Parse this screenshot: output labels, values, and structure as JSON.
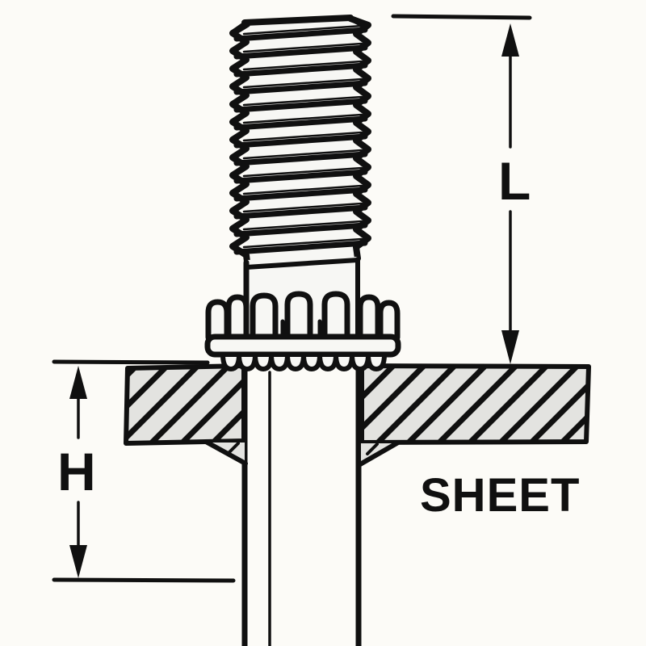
{
  "diagram": {
    "labels": {
      "thread_length": "L",
      "shank_height": "H",
      "sheet": "SHEET"
    },
    "colors": {
      "ink": "#101010",
      "background": "#fcfbf7",
      "sheet_fill": "#e3e3e0",
      "metal_fill": "#f7f7f4"
    }
  }
}
